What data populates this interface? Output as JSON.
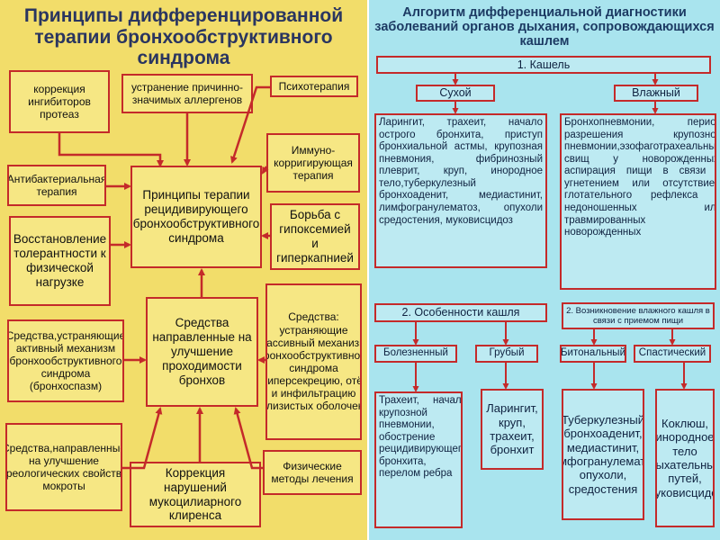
{
  "left": {
    "title": "Принципы дифференцированной терапии бронхообструктивного синдрома",
    "boxes": {
      "protease": "коррекция ингибиторов протеаз",
      "allergen": "устранение причинно-значимых аллергенов",
      "psycho": "Психотерапия",
      "immuno": "Иммуно-корригирующая терапия",
      "antibac": "Антибактериальная терапия",
      "center": "Принципы терапии рецидивирующего бронхообструктивного синдрома",
      "restore": "Восстановление толерантности к физической нагрузке",
      "hypox": "Борьба с гипоксемией и гиперкапнией",
      "active": "Средства,устраняющие активный механизм бронхообструктивного синдрома (бронхоспазм)",
      "patency": "Средства направленные на улучшение проходимости бронхов",
      "passive": "Средства: устраняющие пассивный механизм бронхообструктивного синдрома (гиперсекрецию, отёк и инфильтрацию слизистых оболочек)",
      "rheo": "Средства,направленные на улучшение реологических свойств мокроты",
      "mucocil": "Коррекция нарушений мукоцилиарного клиренса",
      "physio": "Физические методы лечения"
    }
  },
  "right": {
    "title": "Алгоритм дифференциальной диагностики заболеваний органов дыхания, сопровождающихся кашлем",
    "boxes": {
      "cough": "1. Кашель",
      "dry": "Сухой",
      "wet": "Влажный",
      "dry_list": "Ларингит, трахеит, начало острого бронхита, приступ бронхиальной астмы, крупозная пневмония, фибринозный плеврит, круп, инородное тело,туберкулезный бронхоаденит, медиастинит, лимфогранулематоз, опухоли средостения, муковисцидоз",
      "wet_list": "Бронхопневмонии, период разрешения крупозной пневмонии,эзофаготрахеальный свищ у новорожденных, аспирация пищи в связи с угнетением или отсутствием глотательного рефлекса у недоношенных или травмированных новорожденных",
      "features": "2. Особенности кашля",
      "wet_onset": "2. Возникновение влажного кашля в связи с приемом пищи",
      "painful": "Болезненный",
      "rough": "Грубый",
      "bitonal": "Битональный",
      "spastic": "Спастический",
      "painful_list": "Трахеит, начало крупозной пневмонии, обострение рецидивирующего бронхита, перелом ребра",
      "rough_list": "Ларингит, круп, трахеит, бронхит",
      "bitonal_list": "Туберкулезный бронхоаденит, медиастинит, лимфогранулематоз, опухоли, средостения",
      "spastic_list": "Коклюш, инородное тело дыхательных путей, муковисцидоз"
    }
  },
  "colors": {
    "left_bg": "#f2dd6a",
    "right_bg": "#a9e4ee",
    "accent": "#c42a2a",
    "title_left": "#2a3560",
    "title_right": "#1c3a63"
  }
}
